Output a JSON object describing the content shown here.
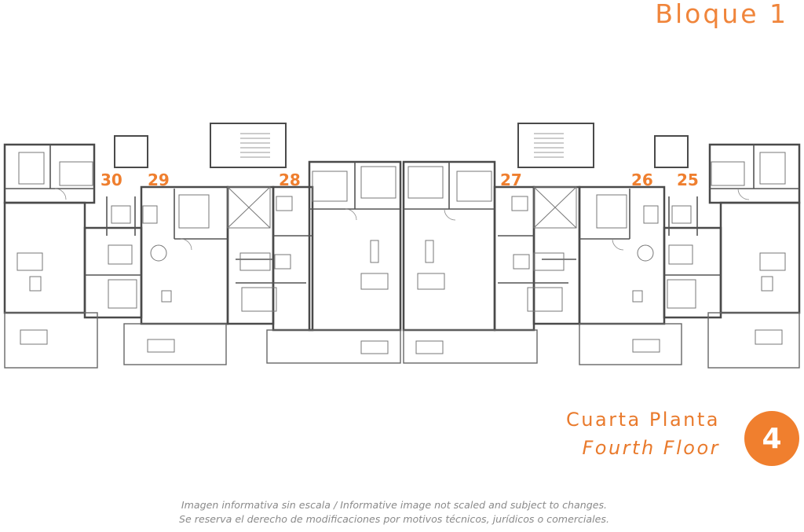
{
  "header": {
    "title": "Bloque 1"
  },
  "floor": {
    "title_es": "Cuarta Planta",
    "title_en": "Fourth Floor",
    "badge_number": "4"
  },
  "units": [
    {
      "number": "30"
    },
    {
      "number": "29"
    },
    {
      "number": "28"
    },
    {
      "number": "27"
    },
    {
      "number": "26"
    },
    {
      "number": "25"
    }
  ],
  "disclaimer": {
    "line1": "Imagen informativa sin escala /  Informative image not scaled and subject to changes.",
    "line2": "Se reserva el derecho de modificaciones por motivos técnicos, jurídicos o comerciales."
  },
  "colors": {
    "accent": "#F07F2E",
    "walls": "#555555",
    "furniture": "#777777"
  }
}
